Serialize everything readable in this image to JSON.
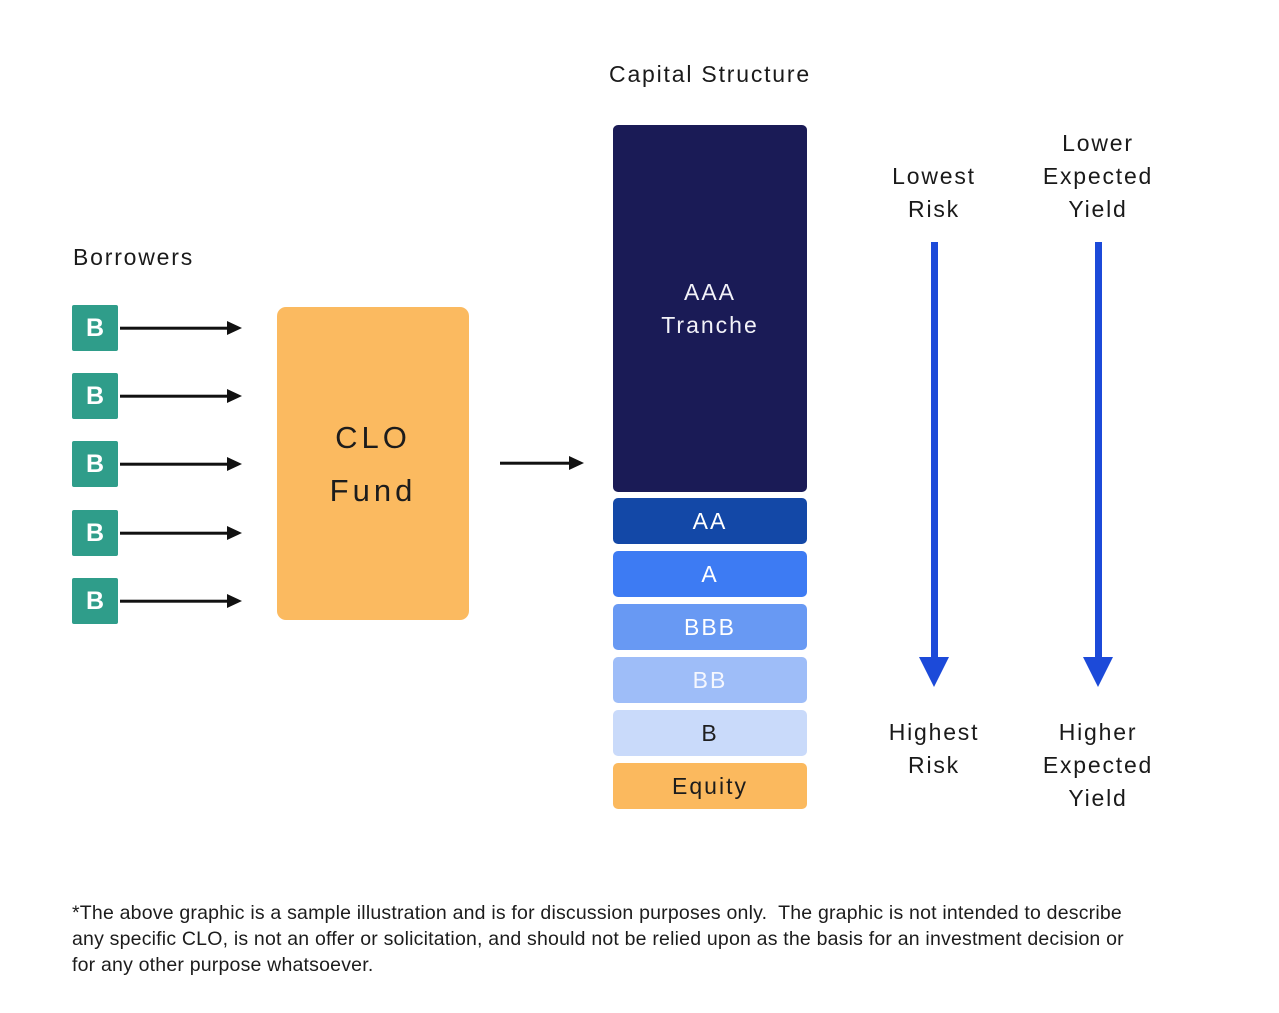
{
  "title": "Capital Structure",
  "borrowers": {
    "label": "Borrowers",
    "box_color": "#2F9D8A",
    "items": [
      {
        "label": "B"
      },
      {
        "label": "B"
      },
      {
        "label": "B"
      },
      {
        "label": "B"
      },
      {
        "label": "B"
      }
    ]
  },
  "clo_fund": {
    "label": "CLO\nFund",
    "color": "#FBBA60"
  },
  "capital_structure": {
    "tranches": [
      {
        "label": "AAA\nTranche",
        "color": "#1A1B56",
        "text_color": "#F2F2F8"
      },
      {
        "label": "AA",
        "color": "#1348A7",
        "text_color": "#FFFFFF"
      },
      {
        "label": "A",
        "color": "#3D7BF3",
        "text_color": "#FFFFFF"
      },
      {
        "label": "BBB",
        "color": "#6899F3",
        "text_color": "#FFFFFF"
      },
      {
        "label": "BB",
        "color": "#9EBDF8",
        "text_color": "#F5F7FE"
      },
      {
        "label": "B",
        "color": "#C9DAFA",
        "text_color": "#1F1F1F"
      },
      {
        "label": "Equity",
        "color": "#FBB95E",
        "text_color": "#1C1C1C"
      }
    ]
  },
  "risk_scale": {
    "top_label": "Lowest\nRisk",
    "bottom_label": "Highest\nRisk",
    "arrow_color": "#1C4AD9"
  },
  "yield_scale": {
    "top_label": "Lower\nExpected\nYield",
    "bottom_label": "Higher\nExpected\nYield",
    "arrow_color": "#1C4AD9"
  },
  "footnote": "*The above graphic is a sample illustration and is for discussion purposes only.  The graphic is not intended to describe any specific CLO, is not an offer or solicitation, and should not be relied upon as the basis for an investment decision or for any other purpose whatsoever."
}
